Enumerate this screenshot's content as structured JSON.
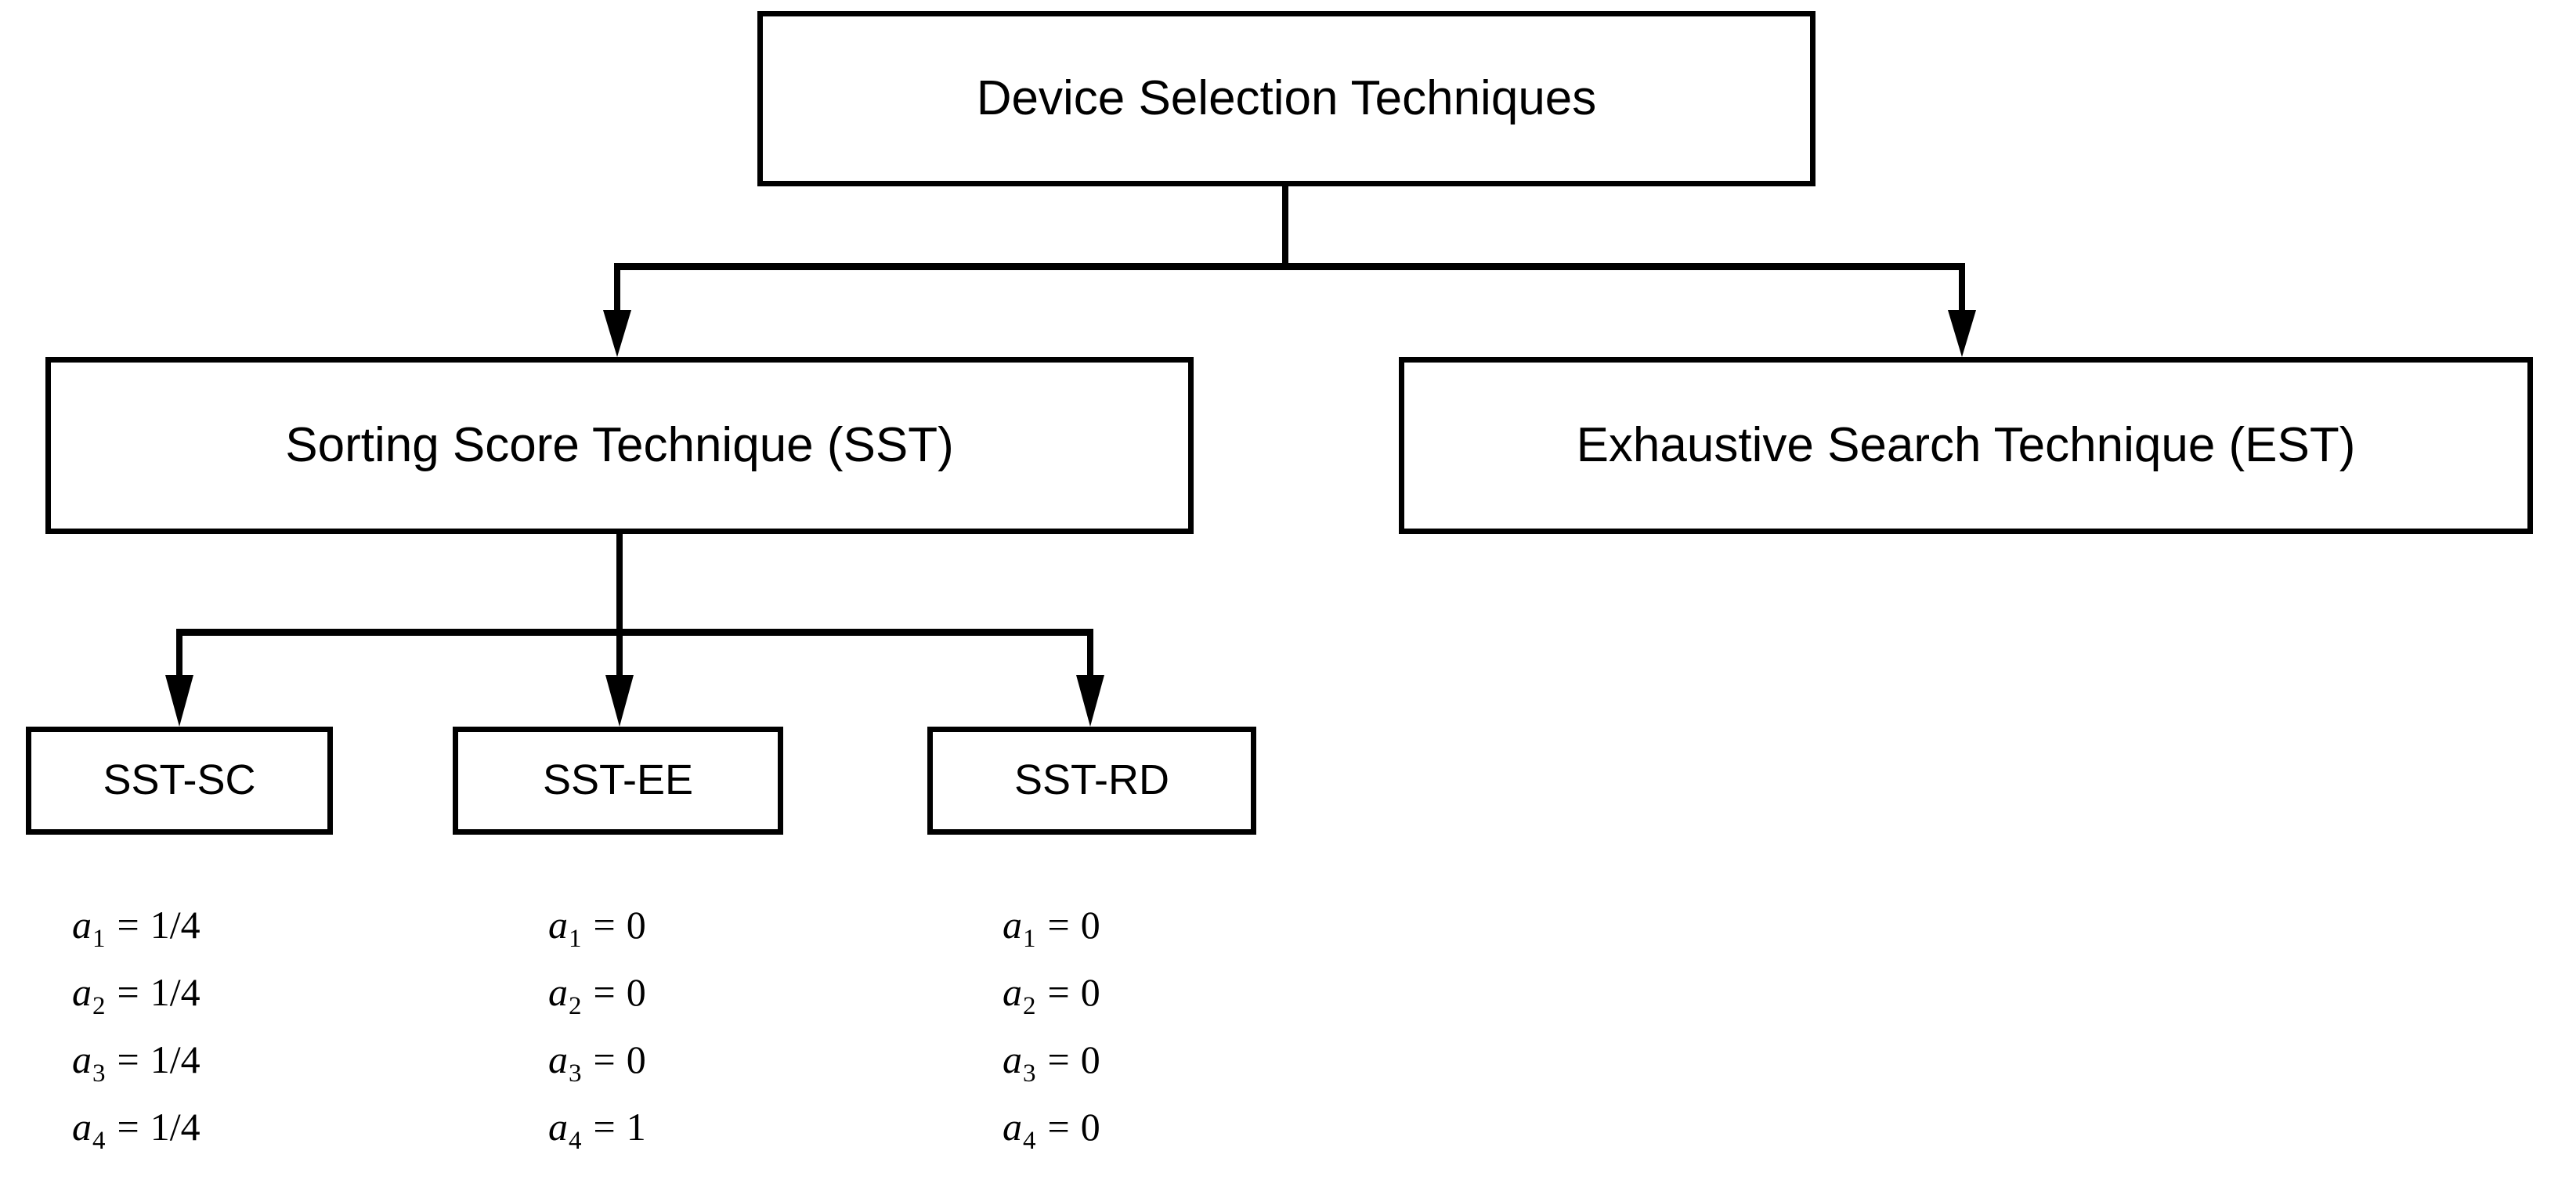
{
  "diagram": {
    "title_node": {
      "id": "device-selection-techniques",
      "label": "Device Selection Techniques"
    },
    "level2": [
      {
        "id": "sst",
        "label": "Sorting Score Technique (SST)"
      },
      {
        "id": "est",
        "label": "Exhaustive Search Technique (EST)"
      }
    ],
    "level3": [
      {
        "id": "sst-sc",
        "label": "SST-SC"
      },
      {
        "id": "sst-ee",
        "label": "SST-EE"
      },
      {
        "id": "sst-rd",
        "label": "SST-RD"
      }
    ],
    "formulas": {
      "sst_sc": [
        {
          "var": "a",
          "sub": "1",
          "eq": "=",
          "value": "1/4"
        },
        {
          "var": "a",
          "sub": "2",
          "eq": "=",
          "value": "1/4"
        },
        {
          "var": "a",
          "sub": "3",
          "eq": "=",
          "value": "1/4"
        },
        {
          "var": "a",
          "sub": "4",
          "eq": "=",
          "value": "1/4"
        }
      ],
      "sst_ee": [
        {
          "var": "a",
          "sub": "1",
          "eq": "=",
          "value": "0"
        },
        {
          "var": "a",
          "sub": "2",
          "eq": "=",
          "value": "0"
        },
        {
          "var": "a",
          "sub": "3",
          "eq": "=",
          "value": "0"
        },
        {
          "var": "a",
          "sub": "4",
          "eq": "=",
          "value": "1"
        }
      ],
      "sst_rd": [
        {
          "var": "a",
          "sub": "1",
          "eq": "=",
          "value": "0"
        },
        {
          "var": "a",
          "sub": "2",
          "eq": "=",
          "value": "0"
        },
        {
          "var": "a",
          "sub": "3",
          "eq": "=",
          "value": "0"
        },
        {
          "var": "a",
          "sub": "4",
          "eq": "=",
          "value": "0"
        }
      ]
    },
    "colors": {
      "stroke": "#000000",
      "fill": "#ffffff",
      "text": "#000000"
    }
  }
}
